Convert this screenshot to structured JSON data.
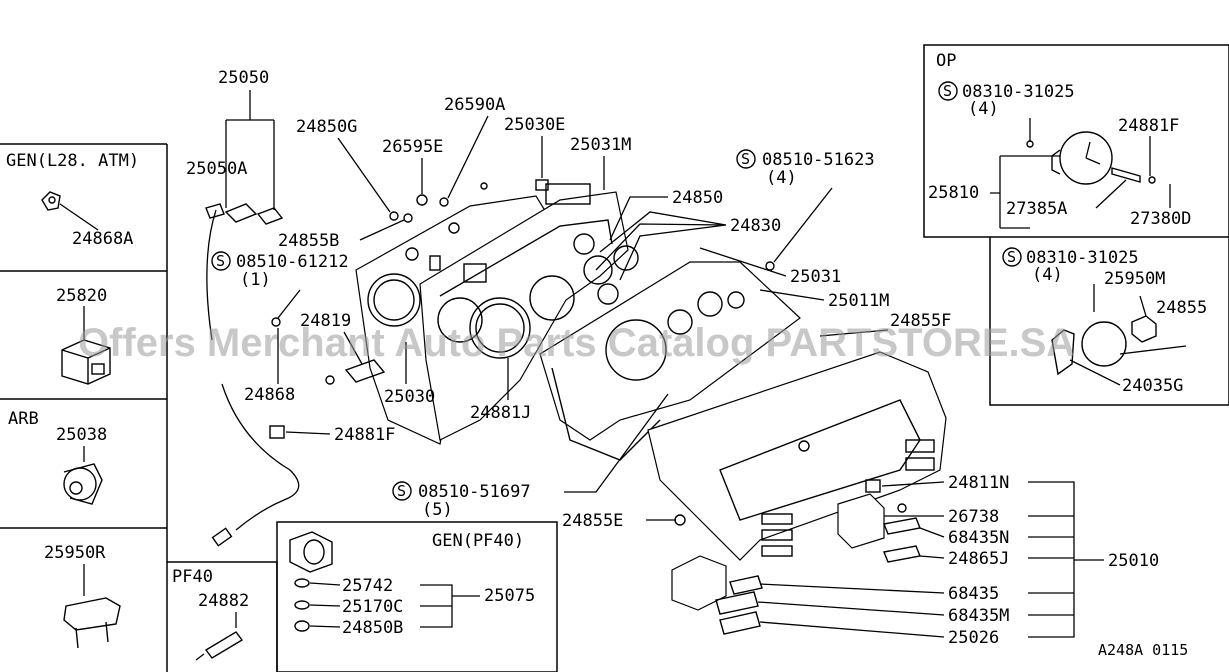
{
  "watermark": "Offers Merchant Auto Parts Catalog PARTSTORE.SA",
  "figure_code": "A248A 0115",
  "side_panels": {
    "gen_l28_atm": {
      "title": "GEN(L28. ATM)",
      "part": "24868A"
    },
    "p25820": {
      "part": "25820"
    },
    "arb": {
      "title": "ARB",
      "part": "25038"
    },
    "p25950r": {
      "part": "25950R"
    }
  },
  "pf40_box": {
    "title": "PF40",
    "part": "24882"
  },
  "gen_pf40_box": {
    "title": "GEN(PF40)",
    "parts": [
      "25742",
      "25170C",
      "24850B"
    ],
    "group": "25075"
  },
  "op_box": {
    "title": "OP",
    "screw": "08310-31025",
    "screw_qty": "(4)",
    "parts": [
      "24881F",
      "25810",
      "27385A",
      "27380D"
    ]
  },
  "clock_box": {
    "screw": "08310-31025",
    "screw_qty": "(4)",
    "parts": [
      "25950M",
      "24855",
      "24035G"
    ]
  },
  "main_labels": {
    "l25050": "25050",
    "l25050A": "25050A",
    "l24850G": "24850G",
    "l26590A": "26590A",
    "l26595E": "26595E",
    "l25030E": "25030E",
    "l25031M": "25031M",
    "l08510_51623": "08510-51623",
    "l08510_51623_q": "(4)",
    "l24850": "24850",
    "l24830": "24830",
    "l24855B": "24855B",
    "l08510_61212": "08510-61212",
    "l08510_61212_q": "(1)",
    "l25031": "25031",
    "l25011M": "25011M",
    "l24855F": "24855F",
    "l24819": "24819",
    "l24868": "24868",
    "l25030": "25030",
    "l24881J": "24881J",
    "l24881F": "24881F",
    "l08510_51697": "08510-51697",
    "l08510_51697_q": "(5)",
    "l24855E": "24855E",
    "l24811N": "24811N",
    "l26738": "26738",
    "l68435N": "68435N",
    "l24865J": "24865J",
    "l25010": "25010",
    "l68435": "68435",
    "l68435M": "68435M",
    "l25026": "25026"
  }
}
